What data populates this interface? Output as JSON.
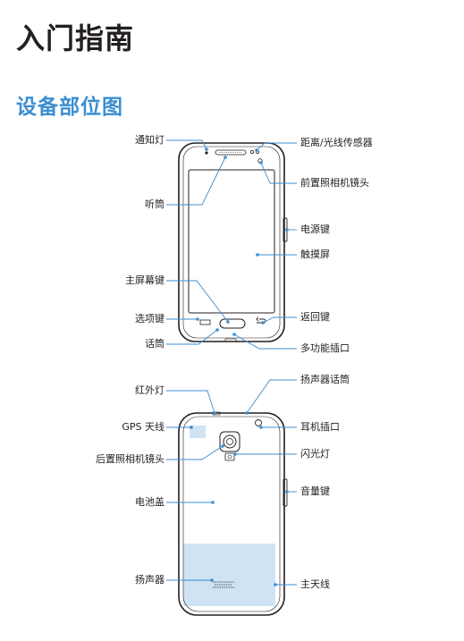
{
  "page": {
    "title": "入门指南",
    "section": "设备部位图"
  },
  "front": {
    "notification_light": "通知灯",
    "earpiece": "听筒",
    "home_key": "主屏幕键",
    "options_key": "选项键",
    "microphone": "话筒",
    "proximity_sensor": "距离/光线传感器",
    "front_camera": "前置照相机镜头",
    "power_key": "电源键",
    "touchscreen": "触摸屏",
    "back_key": "返回键",
    "multipurpose_jack": "多功能插口"
  },
  "back": {
    "infrared_led": "红外灯",
    "gps_antenna": "GPS 天线",
    "rear_camera": "后置照相机镜头",
    "battery_cover": "电池盖",
    "speaker": "扬声器",
    "speaker_mic": "扬声器话筒",
    "headset_jack": "耳机插口",
    "flash": "闪光灯",
    "volume_key": "音量键",
    "main_antenna": "主天线"
  },
  "colors": {
    "accent": "#3b8ed0",
    "text": "#231f20",
    "highlight": "#cfe3f4"
  }
}
